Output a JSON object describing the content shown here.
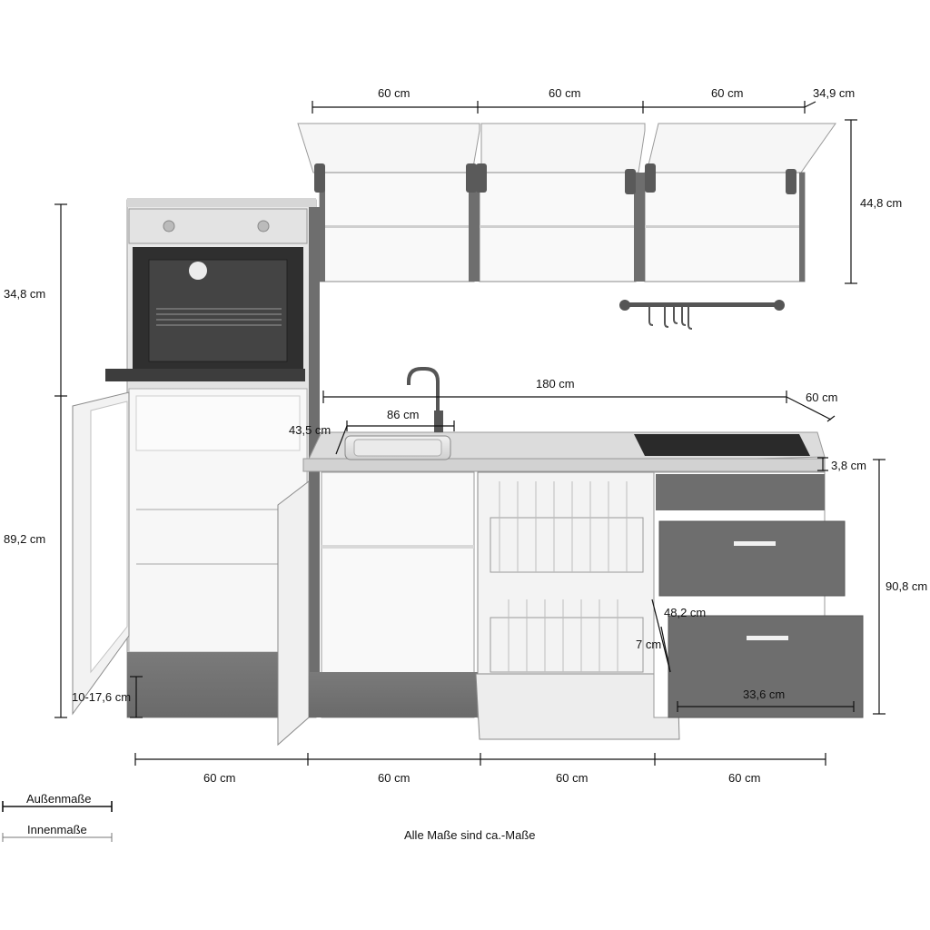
{
  "note": "Alle Maße sind ca.-Maße",
  "legend": {
    "outer": "Außenmaße",
    "inner": "Innenmaße"
  },
  "dimensions": {
    "wall_cab_1": "60 cm",
    "wall_cab_2": "60 cm",
    "wall_cab_3": "60 cm",
    "wall_cab_depth": "34,9 cm",
    "wall_cab_height": "44,8 cm",
    "upper_tall_height": "34,8 cm",
    "lower_tall_height": "89,2 cm",
    "plinth_height": "10-17,6 cm",
    "worktop_length": "180 cm",
    "worktop_depth": "60 cm",
    "sink_width": "86 cm",
    "sink_depth": "43,5 cm",
    "worktop_thickness": "3,8 cm",
    "base_height": "90,8 cm",
    "drawer_depth": "48,2 cm",
    "drawer_side": "7 cm",
    "drawer_width": "33,6 cm",
    "base_1": "60 cm",
    "base_2": "60 cm",
    "base_3": "60 cm",
    "base_4": "60 cm"
  }
}
